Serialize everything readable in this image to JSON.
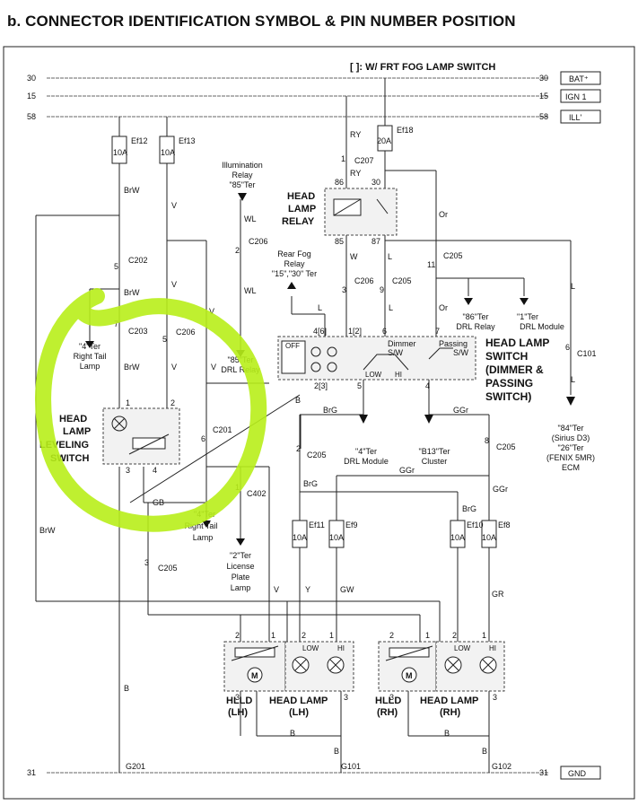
{
  "title": "b. CONNECTOR IDENTIFICATION SYMBOL & PIN NUMBER POSITION",
  "note": "[   ]: W/ FRT FOG LAMP SWITCH",
  "rails": [
    {
      "num": "30",
      "label": "BAT⁺"
    },
    {
      "num": "15",
      "label": "IGN 1"
    },
    {
      "num": "58",
      "label": "ILL'"
    },
    {
      "num": "31",
      "label": "GND"
    }
  ],
  "fuses": {
    "ef12": {
      "name": "Ef12",
      "rating": "10A"
    },
    "ef13": {
      "name": "Ef13",
      "rating": "10A"
    },
    "ef18": {
      "name": "Ef18",
      "rating": "20A"
    },
    "ef11": {
      "name": "Ef11",
      "rating": "10A"
    },
    "ef9": {
      "name": "Ef9",
      "rating": "10A"
    },
    "ef10": {
      "name": "Ef10",
      "rating": "10A"
    },
    "ef8": {
      "name": "Ef8",
      "rating": "10A"
    }
  },
  "connectors": {
    "c202": "C202",
    "c203": "C203",
    "c206a": "C206",
    "c206b": "C206",
    "c206c": "C206",
    "c207": "C207",
    "c205a": "C205",
    "c205b": "C205",
    "c205c": "C205",
    "c205d": "C205",
    "c205e": "C205",
    "c201": "C201",
    "c402": "C402",
    "c101": "C101",
    "g201": "G201",
    "g101": "G101",
    "g102": "G102"
  },
  "wires": {
    "brw": "BrW",
    "v": "V",
    "ry": "RY",
    "wl": "WL",
    "w": "W",
    "l": "L",
    "or": "Or",
    "b": "B",
    "brg": "BrG",
    "ggr": "GGr",
    "gb": "GB",
    "y": "Y",
    "gw": "GW",
    "gr": "GR"
  },
  "components": {
    "head_lamp_relay": [
      "HEAD",
      "LAMP",
      "RELAY"
    ],
    "head_lamp_switch": [
      "HEAD LAMP",
      "SWITCH",
      "(DIMMER &",
      "PASSING",
      "SWITCH)"
    ],
    "leveling_switch": [
      "HEAD",
      "LAMP",
      "LEVELING",
      "SWITCH"
    ],
    "hlld_lh": [
      "HLLD",
      "(LH)"
    ],
    "head_lamp_lh": [
      "HEAD LAMP",
      "(LH)"
    ],
    "hlld_rh": [
      "HLLD",
      "(RH)"
    ],
    "head_lamp_rh": [
      "HEAD LAMP",
      "(RH)"
    ],
    "switch_positions": {
      "off": "OFF",
      "low": "LOW",
      "hi": "HI",
      "dimmer": [
        "Dimmer",
        "S/W"
      ],
      "passing": [
        "Passing",
        "S/W"
      ]
    },
    "lamp_low": "LOW",
    "lamp_hi": "HI",
    "motor": "M"
  },
  "refs": {
    "illum_relay": [
      "Illumination",
      "Relay",
      "\"85\"Ter"
    ],
    "rear_fog_relay": [
      "Rear Fog",
      "Relay",
      "\"15\",\"30\" Ter"
    ],
    "drl_86": [
      "\"86\"Ter",
      "DRL Relay"
    ],
    "drl_1": [
      "\"1\"Ter",
      "DRL Module"
    ],
    "ecm": [
      "\"84\"Ter",
      "(Sirius D3)",
      "\"26\"Ter",
      "(FENIX 5MR)",
      "ECM"
    ],
    "right_tail_top": [
      "\"4\"Ter",
      "Right Tail",
      "Lamp"
    ],
    "drl_relay_85": [
      "\"85\"Ter",
      "DRL Relay"
    ],
    "drl_module_4": [
      "\"4\"Ter",
      "DRL Module"
    ],
    "cluster": [
      "\"B13\"Ter",
      "Cluster"
    ],
    "right_tail_bottom": [
      "\"4\"Ter",
      "Right Tail",
      "Lamp"
    ],
    "license": [
      "\"2\"Ter",
      "License",
      "Plate",
      "Lamp"
    ]
  },
  "pins": {
    "relay_86": "86",
    "relay_30": "30",
    "relay_85": "85",
    "relay_87": "87",
    "c207_1": "1",
    "c206_2": "2",
    "c206_3": "3",
    "c205_9": "9",
    "c205_11": "11",
    "c202_5": "5",
    "c203_7": "7",
    "c206_5": "5",
    "c201_6": "6",
    "c402_1": "1",
    "c205_3": "3",
    "c205_2": "2",
    "c205_8": "8",
    "c101_6": "6",
    "sw_46": "4[6]",
    "sw_12": "1[2]",
    "sw_6": "6",
    "sw_7": "7",
    "sw_23": "2[3]",
    "sw_5": "5",
    "sw_4": "4",
    "lev_1": "1",
    "lev_2": "2",
    "lev_3": "3",
    "lev_4": "4",
    "hlld_lh_2": "2",
    "hlld_lh_1": "1",
    "hlld_lh_3": "3",
    "hl_lh_2": "2",
    "hl_lh_1": "1",
    "hl_lh_3": "3",
    "hlld_rh_2": "2",
    "hlld_rh_1": "1",
    "hlld_rh_3": "3",
    "hl_rh_2": "2",
    "hl_rh_1": "1",
    "hl_rh_3": "3"
  },
  "colors": {
    "highlight": "#b8ee1a",
    "line": "#222222",
    "box_fill": "#f2f2f2"
  }
}
